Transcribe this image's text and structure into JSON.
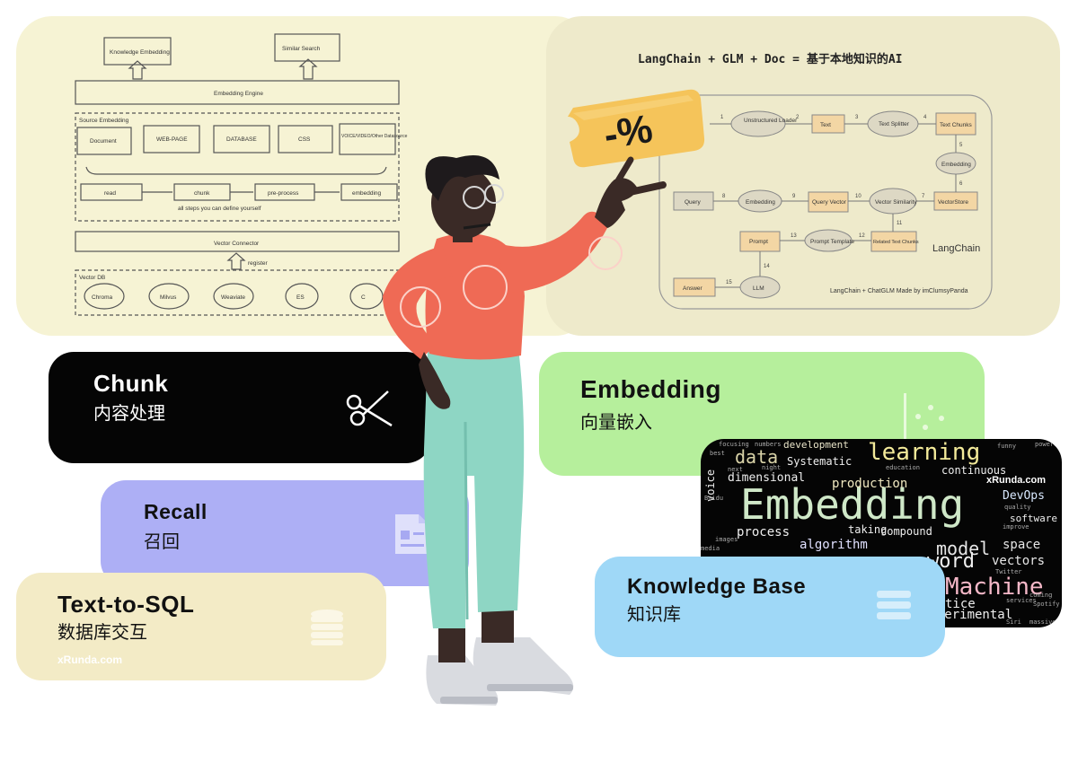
{
  "left_diagram": {
    "knowledge_embedding": "Knowledge Embedding",
    "similar_search": "Similar Search",
    "embedding_engine": "Embedding Engine",
    "source_embedding": "Source Embedding",
    "sources": [
      "Document",
      "WEB-PAGE",
      "DATABASE",
      "CSS",
      "VOICE/VIDEO/Other Datasource"
    ],
    "steps": [
      "read",
      "chunk",
      "pre-process",
      "embedding"
    ],
    "steps_note": "all steps you can define yourself",
    "vector_connector": "Vector Connector",
    "register": "register",
    "vector_db": "Vector DB",
    "dbs": [
      "Chroma",
      "Milvus",
      "Weaviate",
      "ES",
      "C"
    ]
  },
  "right_diagram": {
    "title": "LangChain + GLM + Doc = 基于本地知识的AI",
    "badge": "-%",
    "nodes": {
      "loader": "Unstructured Loader",
      "text": "Text",
      "splitter": "Text Splitter",
      "chunks": "Text Chunks",
      "embedding_right": "Embedding",
      "vectorstore": "VectorStore",
      "query": "Query",
      "embedding": "Embedding",
      "query_vector": "Query Vector",
      "similarity": "Vector Similarity",
      "related": "Related Text Chunks",
      "template": "Prompt Template",
      "prompt": "Prompt",
      "llm": "LLM",
      "answer": "Answer"
    },
    "step_numbers": [
      "1",
      "2",
      "3",
      "4",
      "5",
      "6",
      "7",
      "8",
      "9",
      "10",
      "11",
      "12",
      "13",
      "14",
      "15"
    ],
    "frame_label": "LangChain",
    "credit": "LangChain + ChatGLM Made by imClumsyPanda"
  },
  "cards": {
    "chunk": {
      "en": "Chunk",
      "zh": "内容处理"
    },
    "recall": {
      "en": "Recall",
      "zh": "召回"
    },
    "sql": {
      "en": "Text-to-SQL",
      "zh": "数据库交互",
      "footer": "xRunda.com"
    },
    "embedding": {
      "en": "Embedding",
      "zh": "向量嵌入"
    },
    "kb": {
      "en": "Knowledge Base",
      "zh": "知识库"
    }
  },
  "word_cloud": {
    "brand": "xRunda.com",
    "words": [
      "Embedding",
      "learning",
      "Machine",
      "data",
      "development",
      "model",
      "vectors",
      "space",
      "algorithm",
      "production",
      "process",
      "dimensional",
      "continuous",
      "DevOps",
      "software",
      "Systematic",
      "voice",
      "experimental",
      "compound",
      "taking",
      "focusing",
      "numbers",
      "powers",
      "funny",
      "education",
      "images",
      "media",
      "Baidu",
      "best",
      "next",
      "quality",
      "improve",
      "Twitter",
      "services",
      "massive",
      "coming",
      "Spotify",
      "night",
      "Siri",
      "word",
      "tice"
    ]
  },
  "icons": [
    "scissors-icon",
    "document-icon",
    "database-stack-icon",
    "scatter-chart-icon",
    "layers-icon"
  ],
  "colors": {
    "chunk": "#050505",
    "recall": "#adaff5",
    "sql": "#f3ebc6",
    "embedding": "#b6ef9c",
    "kb": "#9fd8f7",
    "cloud_word": "#d8f0c8"
  }
}
